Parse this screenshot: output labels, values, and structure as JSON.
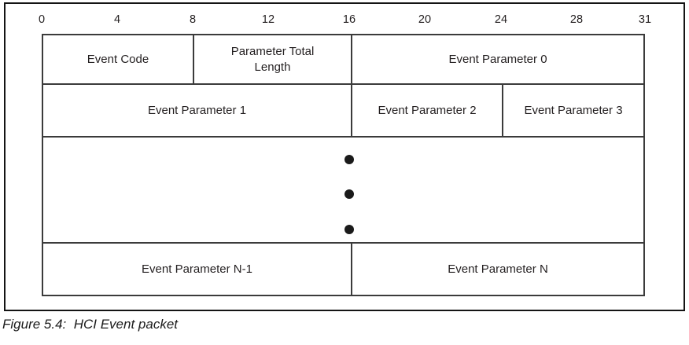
{
  "figure": {
    "caption": "Figure 5.4:  HCI Event packet",
    "bit_scale": {
      "labels": [
        "0",
        "4",
        "8",
        "12",
        "16",
        "20",
        "24",
        "28",
        "31"
      ]
    },
    "packet_rows": [
      {
        "cells": [
          {
            "label": "Event Code"
          },
          {
            "label": "Parameter Total Length"
          },
          {
            "label": "Event Parameter 0"
          }
        ]
      },
      {
        "cells": [
          {
            "label": "Event Parameter 1"
          },
          {
            "label": "Event Parameter 2"
          },
          {
            "label": "Event Parameter 3"
          }
        ]
      },
      {
        "ellipsis_dots": 3
      },
      {
        "cells": [
          {
            "label": "Event Parameter N-1"
          },
          {
            "label": "Event Parameter N"
          }
        ]
      }
    ],
    "colors": {
      "outer_border": "#141414",
      "grid_line": "#3b3b3b",
      "text": "#231f20",
      "background": "#ffffff"
    }
  }
}
